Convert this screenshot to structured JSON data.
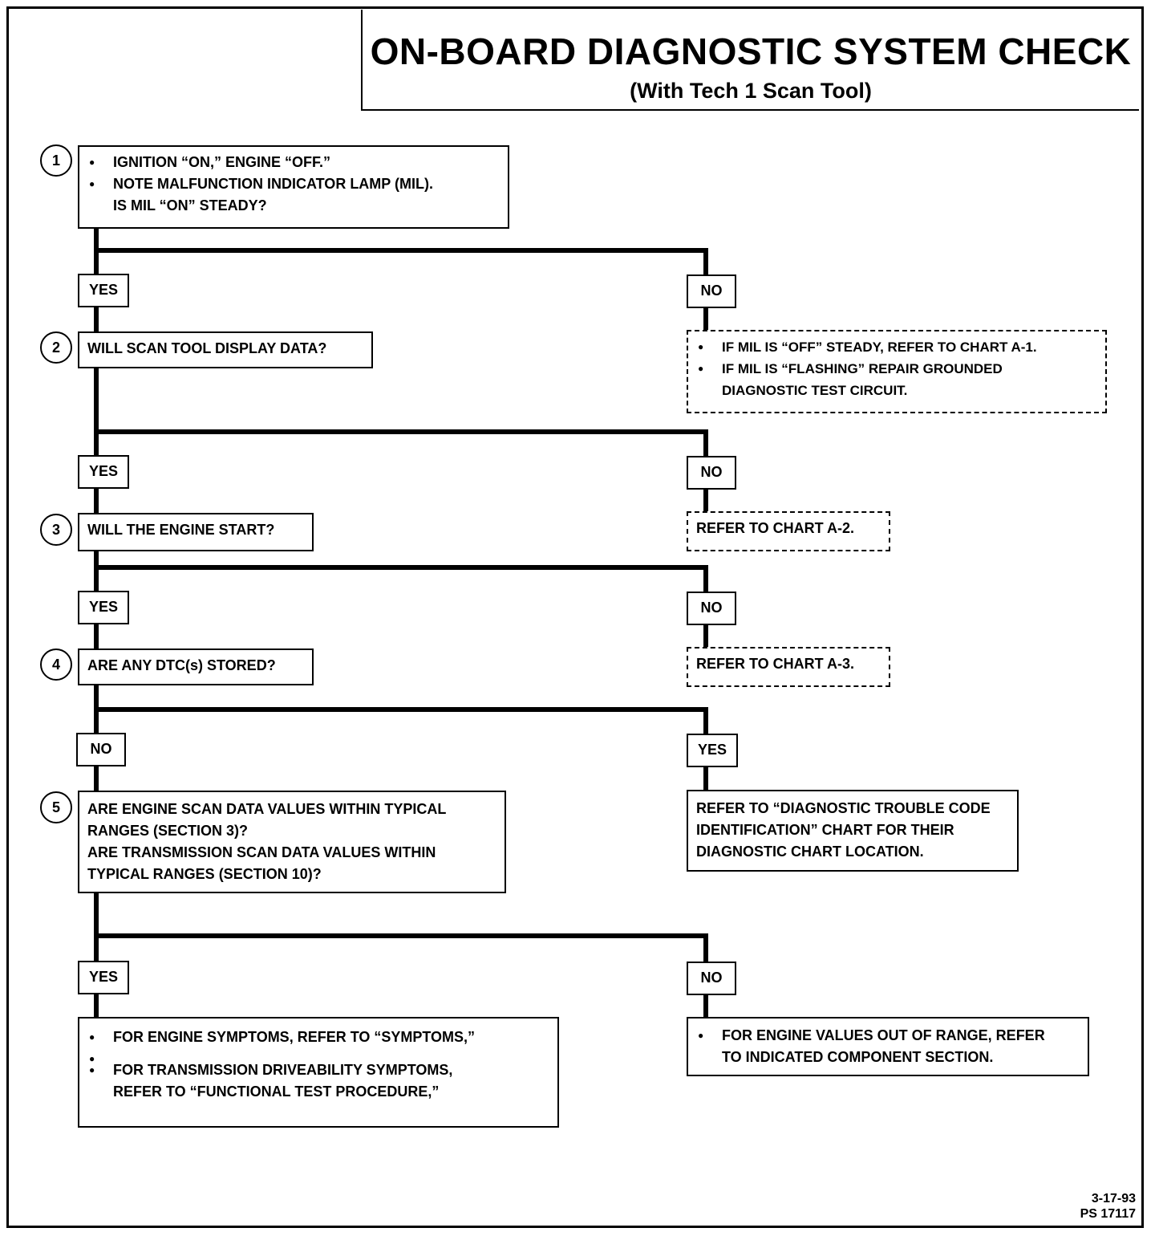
{
  "title": "ON-BOARD DIAGNOSTIC SYSTEM CHECK",
  "subtitle": "(With Tech 1 Scan Tool)",
  "steps": {
    "s1": {
      "num": "1",
      "lines": [
        "IGNITION “ON,” ENGINE “OFF.”",
        "NOTE MALFUNCTION INDICATOR LAMP (MIL). IS MIL “ON” STEADY?"
      ]
    },
    "s2": {
      "num": "2",
      "text": "WILL SCAN TOOL DISPLAY DATA?"
    },
    "s3": {
      "num": "3",
      "text": "WILL THE ENGINE START?"
    },
    "s4": {
      "num": "4",
      "text": "ARE ANY DTC(s) STORED?"
    },
    "s5": {
      "num": "5",
      "lines": [
        "ARE ENGINE SCAN DATA VALUES WITHIN TYPICAL RANGES (SECTION 3)?",
        "ARE TRANSMISSION SCAN DATA VALUES WITHIN TYPICAL RANGES (SECTION 10)?"
      ]
    }
  },
  "branches": {
    "b1_left": "YES",
    "b1_right": "NO",
    "b2_left": "YES",
    "b2_right": "NO",
    "b3_left": "YES",
    "b3_right": "NO",
    "b4_left": "NO",
    "b4_right": "YES",
    "b5_left": "YES",
    "b5_right": "NO"
  },
  "outcomes": {
    "mil_off": [
      "IF MIL IS “OFF” STEADY, REFER TO CHART A-1.",
      "IF MIL IS “FLASHING” REPAIR GROUNDED DIAGNOSTIC TEST CIRCUIT."
    ],
    "chart_a2": "REFER TO CHART A-2.",
    "chart_a3": "REFER TO CHART A-3.",
    "dtc_refer": "REFER TO “DIAGNOSTIC TROUBLE CODE IDENTIFICATION” CHART FOR THEIR DIAGNOSTIC CHART LOCATION.",
    "symptoms": [
      "FOR ENGINE SYMPTOMS, REFER TO “SYMPTOMS,”",
      "FOR TRANSMISSION DRIVEABILITY SYMPTOMS, REFER TO “FUNCTIONAL TEST PROCEDURE,”"
    ],
    "out_of_range": [
      "FOR ENGINE VALUES OUT OF RANGE, REFER TO INDICATED COMPONENT SECTION."
    ]
  },
  "footer": {
    "date": "3-17-93",
    "ref": "PS 17117"
  }
}
